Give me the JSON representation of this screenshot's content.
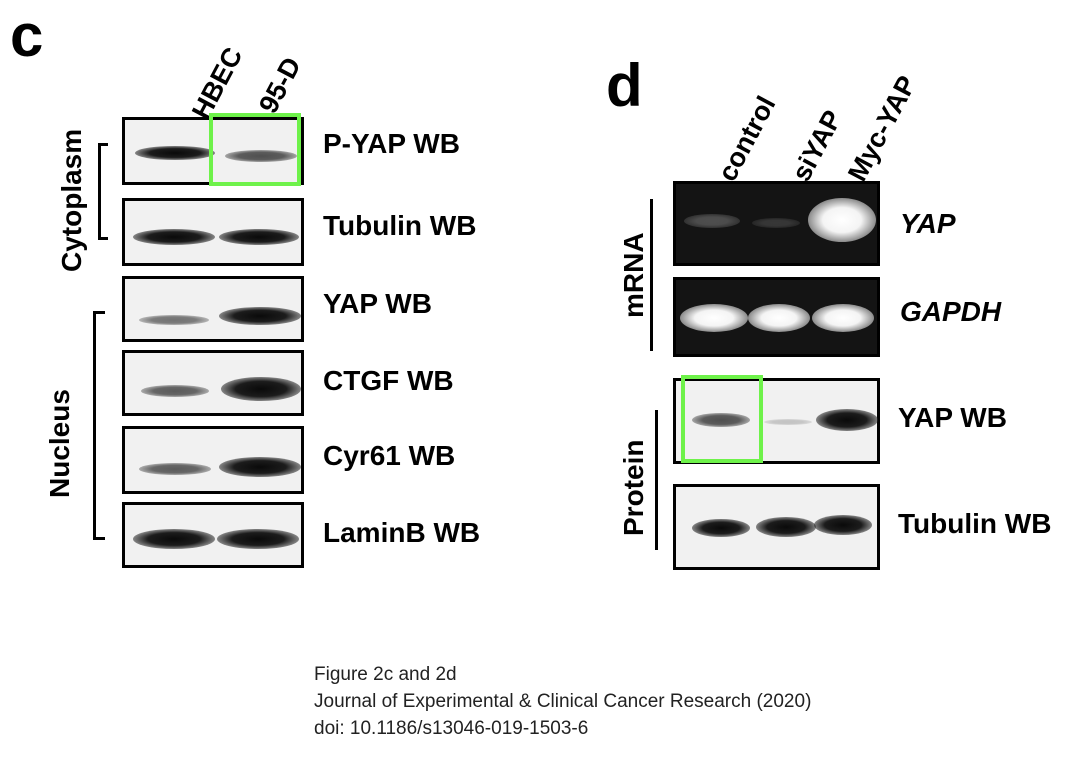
{
  "panel_c": {
    "letter": "c",
    "lanes": [
      "HBEC",
      "95-D"
    ],
    "group_cytoplasm": "Cytoplasm",
    "group_nucleus": "Nucleus",
    "blots": [
      "P-YAP WB",
      "Tubulin WB",
      "YAP WB",
      "CTGF WB",
      "Cyr61 WB",
      "LaminB WB"
    ]
  },
  "panel_d": {
    "letter": "d",
    "lanes": [
      "control",
      "siYAP",
      "Myc-YAP"
    ],
    "group_mrna": "mRNA",
    "group_protein": "Protein",
    "gels": [
      "YAP",
      "GAPDH"
    ],
    "blots": [
      "YAP WB",
      "Tubulin WB"
    ]
  },
  "caption": {
    "line1": "Figure 2c and 2d",
    "line2": "Journal of Experimental & Clinical Cancer Research (2020)",
    "line3": "doi: 10.1186/s13046-019-1503-6"
  },
  "colors": {
    "highlight": "#6ef24a"
  }
}
